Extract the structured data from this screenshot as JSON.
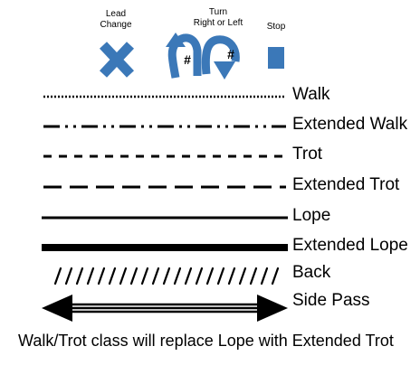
{
  "legend_icons": {
    "lead_change": {
      "label": "Lead\nChange",
      "icon": "x-cross-icon",
      "color": "#3b78b8"
    },
    "turn": {
      "label": "Turn\nRight or Left",
      "icon": "u-turn-arrows-icon",
      "color": "#3b78b8",
      "marker": "#"
    },
    "stop": {
      "label": "Stop",
      "icon": "square-icon",
      "color": "#3b78b8"
    }
  },
  "line_legend": [
    {
      "label": "Walk",
      "style": "dotted"
    },
    {
      "label": "Extended Walk",
      "style": "dash-dot-dot"
    },
    {
      "label": "Trot",
      "style": "short-dash"
    },
    {
      "label": "Extended Trot",
      "style": "long-dash"
    },
    {
      "label": "Lope",
      "style": "solid"
    },
    {
      "label": "Extended Lope",
      "style": "thick-solid"
    },
    {
      "label": "Back",
      "style": "slashes"
    },
    {
      "label": "Side Pass",
      "style": "double-arrow"
    }
  ],
  "footer_note": "Walk/Trot class will replace Lope with Extended Trot"
}
